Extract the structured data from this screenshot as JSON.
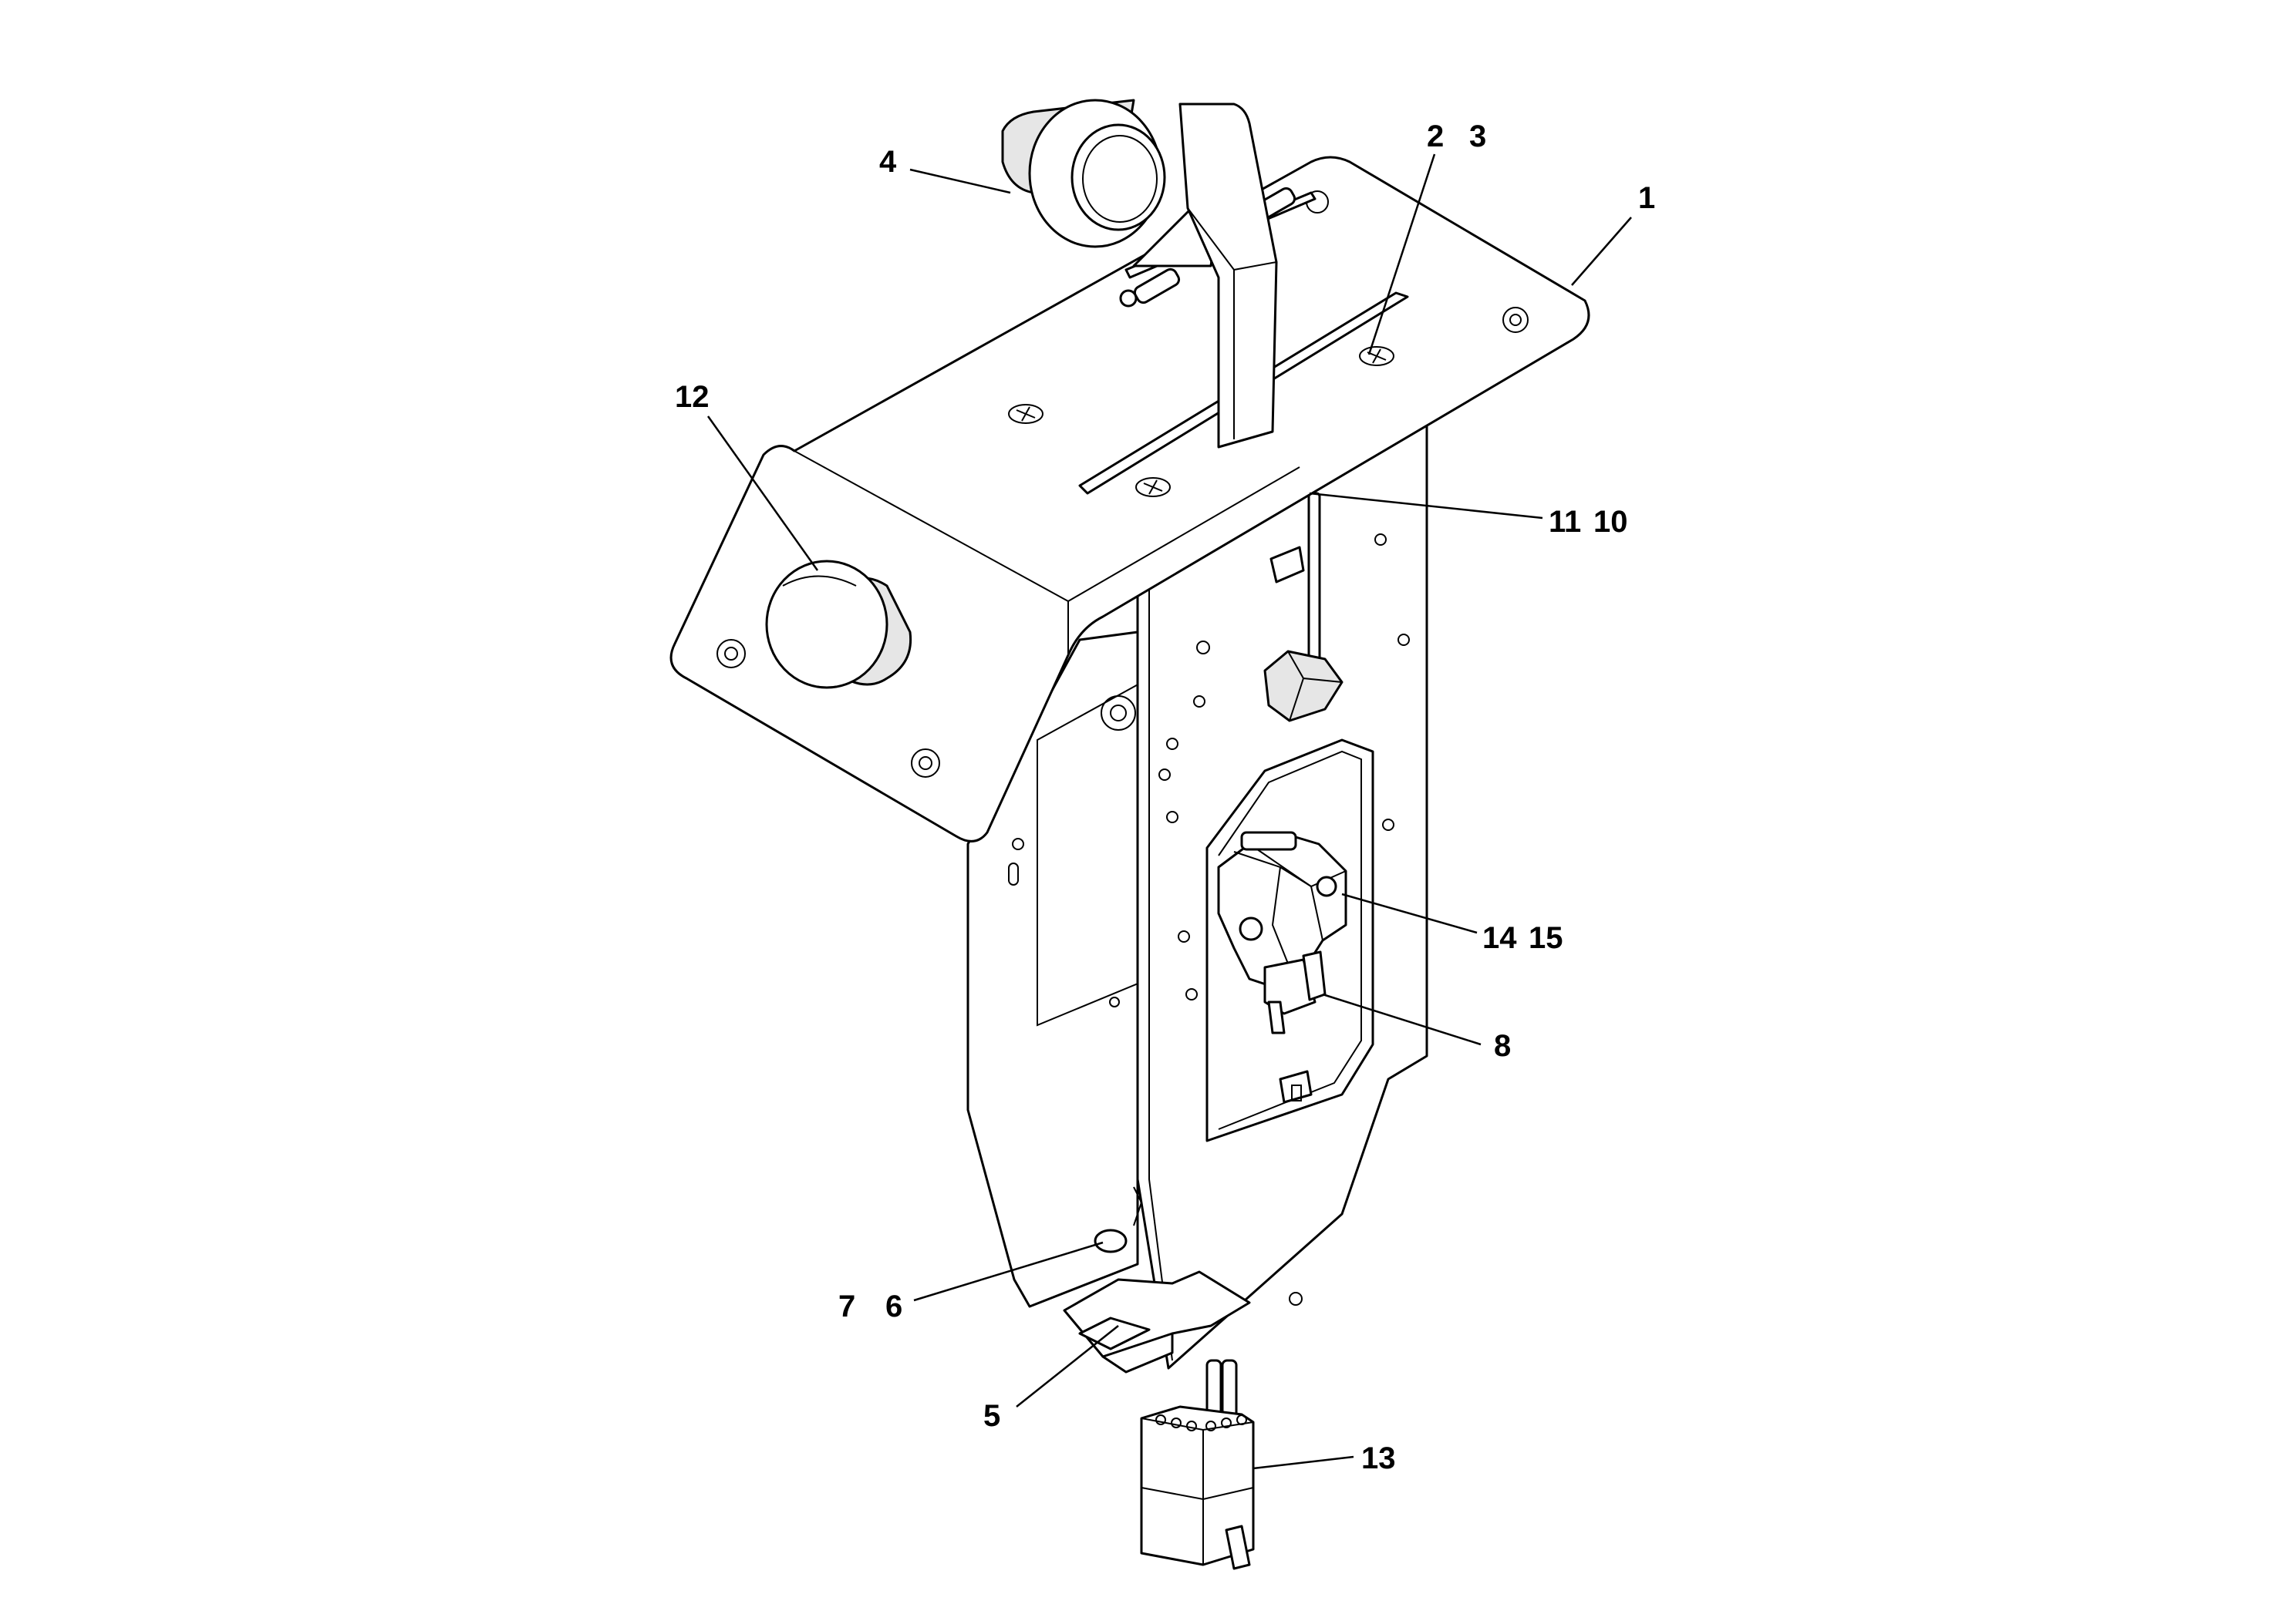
{
  "callouts": {
    "c1": "1",
    "c2": "2",
    "c3": "3",
    "c4": "4",
    "c5": "5",
    "c6": "6",
    "c7": "7",
    "c8": "8",
    "c10": "10",
    "c11": "11",
    "c12": "12",
    "c13": "13",
    "c14": "14",
    "c15": "15"
  }
}
